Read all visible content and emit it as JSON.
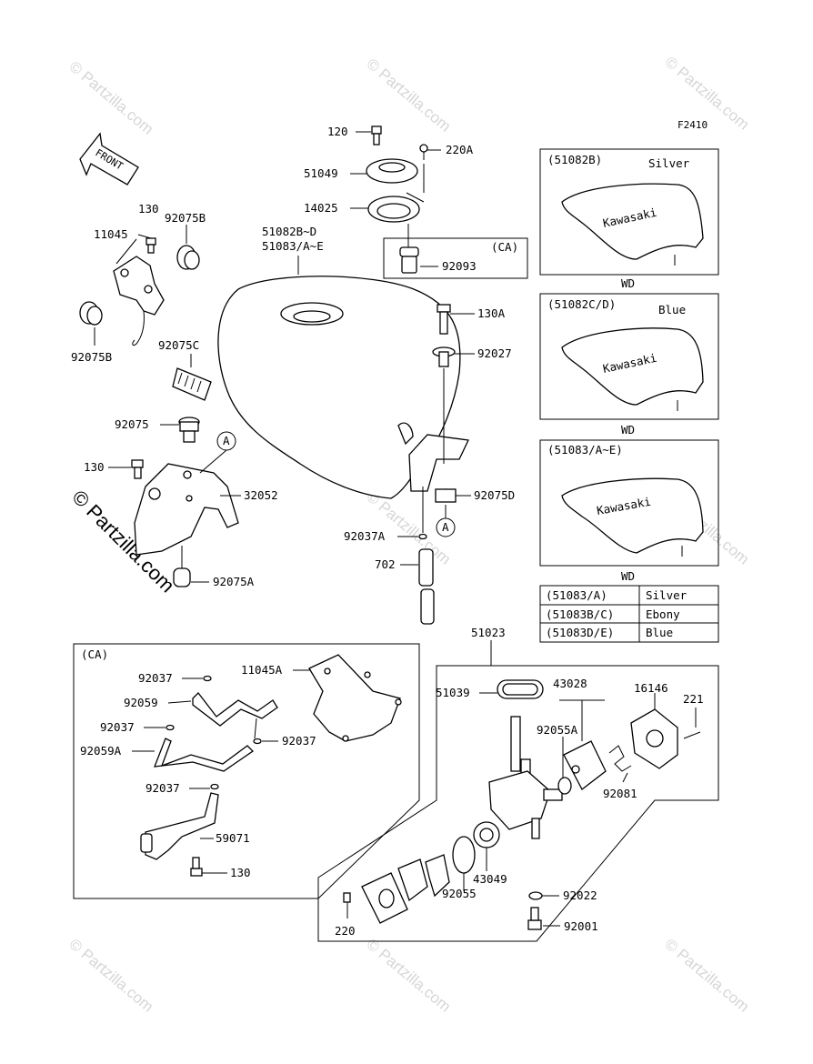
{
  "figure_code": "F2410",
  "watermark": {
    "text": "© Partzilla.com",
    "copyright_symbol": "©",
    "site": "Partzilla.com"
  },
  "front_label": "FRONT",
  "callouts": {
    "p120": "120",
    "p220A": "220A",
    "p51049": "51049",
    "p14025": "14025",
    "p51082BD": "51082B~D",
    "p51083AE": "51083/A~E",
    "ca_top": "(CA)",
    "p92093": "92093",
    "p130_top": "130",
    "p92075B_top": "92075B",
    "p11045": "11045",
    "p92075B_bot": "92075B",
    "p92075C": "92075C",
    "p130A": "130A",
    "p92027": "92027",
    "p92075": "92075",
    "markA_1": "A",
    "p130_mid": "130",
    "p32052": "32052",
    "p92075D": "92075D",
    "p92037A": "92037A",
    "markA_2": "A",
    "p702": "702",
    "p92075A": "92075A",
    "p51023": "51023",
    "ca_bottom": "(CA)",
    "p92037_1": "92037",
    "p11045A": "11045A",
    "p92059": "92059",
    "p92037_2": "92037",
    "p92037_3": "92037",
    "p92059A": "92059A",
    "p92037_4": "92037",
    "p59071": "59071",
    "p130_bot": "130",
    "p51039": "51039",
    "p43028": "43028",
    "p16146": "16146",
    "p221": "221",
    "p92055A": "92055A",
    "p92081": "92081",
    "p43049": "43049",
    "p92055": "92055",
    "p92022": "92022",
    "p220": "220",
    "p92001": "92001"
  },
  "inset_panels": [
    {
      "code": "(51082B)",
      "color": "Silver",
      "tag": "WD"
    },
    {
      "code": "(51082C/D)",
      "color": "Blue",
      "tag": "WD"
    },
    {
      "code": "(51083/A~E)",
      "color": "",
      "tag": "WD"
    }
  ],
  "tank_brand": "Kawasaki",
  "color_table": [
    {
      "code": "(51083/A)",
      "color": "Silver"
    },
    {
      "code": "(51083B/C)",
      "color": "Ebony"
    },
    {
      "code": "(51083D/E)",
      "color": "Blue"
    }
  ]
}
